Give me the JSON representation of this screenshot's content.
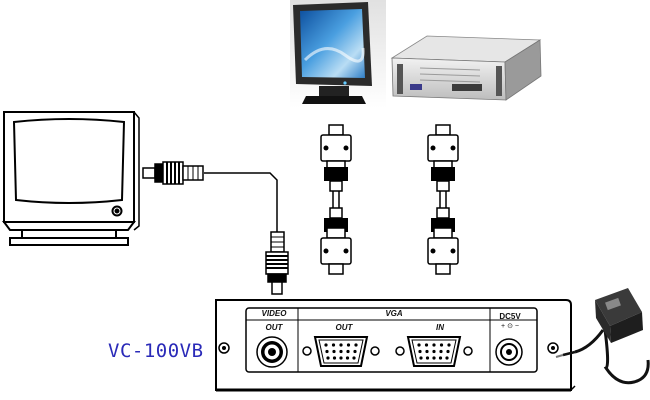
{
  "model_name": "VC-100VB",
  "panel": {
    "video_header": "VIDEO",
    "vga_header": "VGA",
    "video_out": "OUT",
    "vga_out": "OUT",
    "vga_in": "IN",
    "dc_label": "DC5V",
    "dc_polarity": "+ ⊙ −"
  },
  "devices": {
    "tv": "tv-monitor-icon",
    "lcd_monitor": "lcd-monitor-icon",
    "pc_server": "rack-server-icon",
    "power_adapter": "ac-adapter-icon"
  }
}
